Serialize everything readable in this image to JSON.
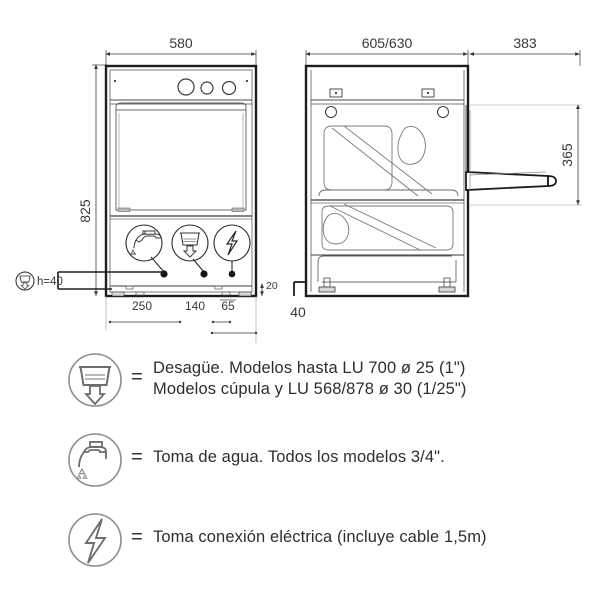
{
  "document": {
    "kind": "technical-installation-drawing",
    "language": "es"
  },
  "drawing": {
    "front_view": {
      "name": "front-elevation",
      "dimensions": {
        "width_top": "580",
        "height_left": "825",
        "base_offsets": [
          "250",
          "140",
          "65"
        ],
        "plinth_height": "20",
        "drain_height_note": "h=40"
      },
      "connection_icons": [
        "water-tap-icon",
        "drain-icon",
        "electric-bolt-icon"
      ],
      "control_knobs": 3
    },
    "side_view": {
      "name": "side-elevation",
      "dimensions": {
        "depth_top": "605/630",
        "door_swing": "383",
        "door_height": "365",
        "foot_height": "40"
      }
    }
  },
  "legend": {
    "items": [
      {
        "icon": "drain-icon",
        "equals": "=",
        "lines": [
          "Desagüe. Modelos hasta LU 700 ø 25 (1\")",
          "Modelos cúpula y LU 568/878 ø 30 (1/25\")"
        ]
      },
      {
        "icon": "water-tap-icon",
        "equals": "=",
        "lines": [
          "Toma de agua. Todos los modelos 3/4\"."
        ]
      },
      {
        "icon": "electric-bolt-icon",
        "equals": "=",
        "lines": [
          "Toma conexión eléctrica (incluye cable 1,5m)"
        ]
      }
    ]
  },
  "colors": {
    "line": "#1d1d1d",
    "thin_line": "#4a4a4a",
    "text": "#2e2e2e",
    "icon_stroke": "#6d6d6d",
    "background": "#ffffff"
  }
}
